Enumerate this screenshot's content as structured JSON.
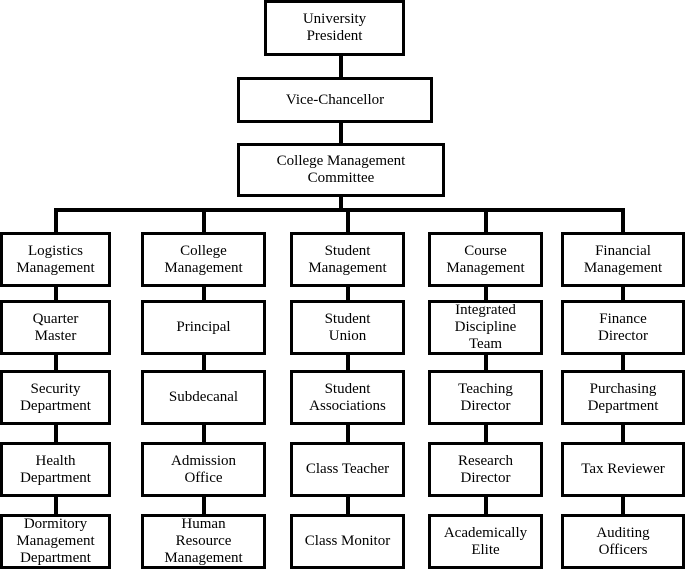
{
  "org_chart": {
    "top": [
      {
        "id": "president",
        "label": "University\nPresident"
      },
      {
        "id": "vice-chancellor",
        "label": "Vice-Chancellor"
      },
      {
        "id": "committee",
        "label": "College Management\nCommittee"
      }
    ],
    "columns": [
      {
        "id": "logistics",
        "head": "Logistics\nManagement",
        "items": [
          "Quarter\nMaster",
          "Security\nDepartment",
          "Health\nDepartment",
          "Dormitory\nManagement\nDepartment"
        ]
      },
      {
        "id": "college",
        "head": "College\nManagement",
        "items": [
          "Principal",
          "Subdecanal",
          "Admission\nOffice",
          "Human\nResource\nManagement"
        ]
      },
      {
        "id": "student",
        "head": "Student\nManagement",
        "items": [
          "Student\nUnion",
          "Student\nAssociations",
          "Class Teacher",
          "Class Monitor"
        ]
      },
      {
        "id": "course",
        "head": "Course\nManagement",
        "items": [
          "Integrated\nDiscipline\nTeam",
          "Teaching\nDirector",
          "Research\nDirector",
          "Academically\nElite"
        ]
      },
      {
        "id": "financial",
        "head": "Financial\nManagement",
        "items": [
          "Finance\nDirector",
          "Purchasing\nDepartment",
          "Tax Reviewer",
          "Auditing\nOfficers"
        ]
      }
    ]
  }
}
